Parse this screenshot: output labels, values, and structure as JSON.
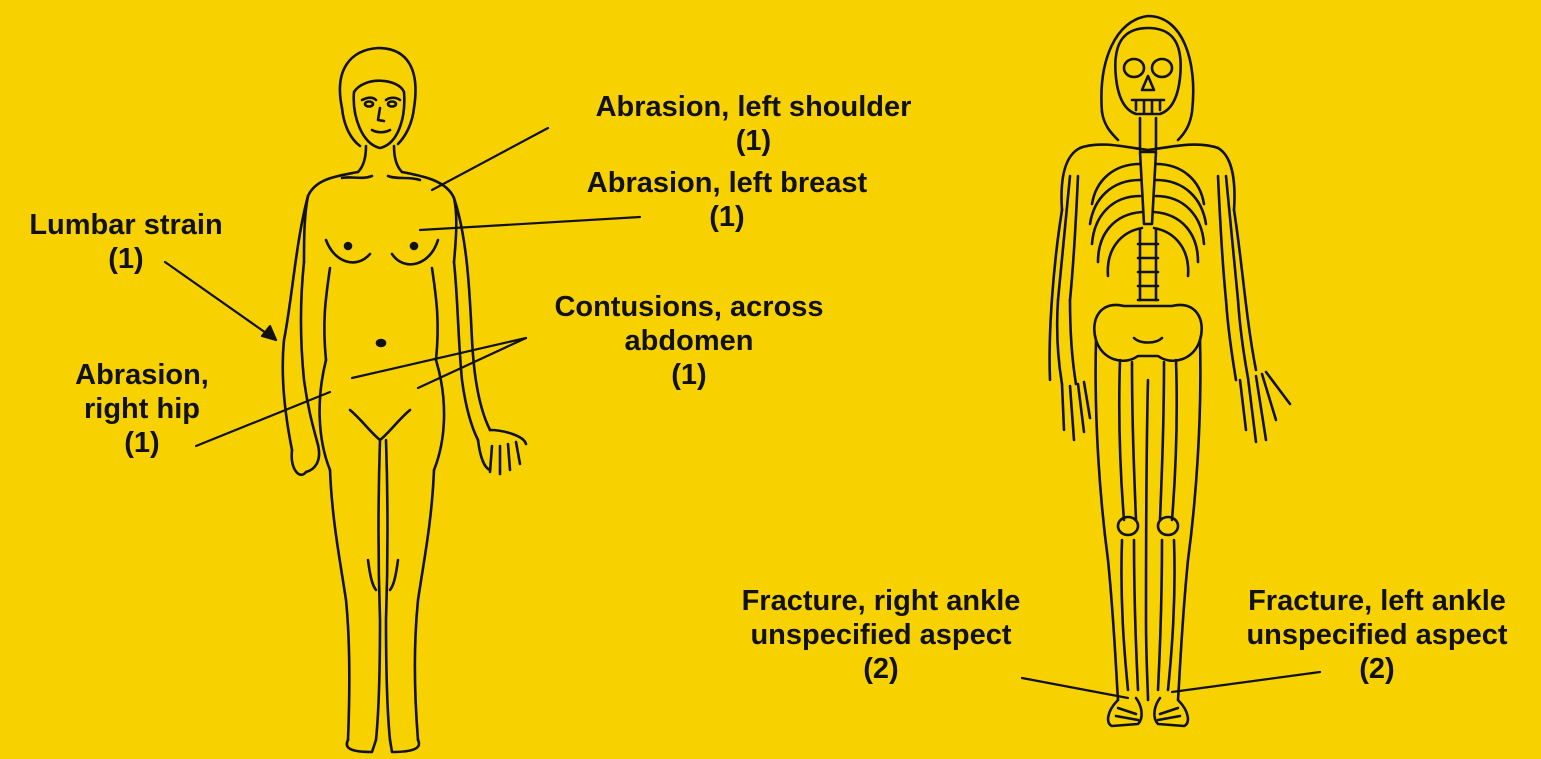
{
  "colors": {
    "background": "#F7D200",
    "ink": "#111111"
  },
  "figures": [
    {
      "name": "female-body-front-view"
    },
    {
      "name": "female-skeleton-front-view"
    }
  ],
  "labels": {
    "left_shoulder": {
      "line1": "Abrasion, left shoulder",
      "line2": "(1)"
    },
    "left_breast": {
      "line1": "Abrasion, left breast",
      "line2": "(1)"
    },
    "lumbar": {
      "line1": "Lumbar strain",
      "line2": "(1)"
    },
    "abdomen": {
      "line1": "Contusions, across",
      "line2": "abdomen",
      "line3": "(1)"
    },
    "right_hip": {
      "line1": "Abrasion,",
      "line2": "right hip",
      "line3": "(1)"
    },
    "right_ankle": {
      "line1": "Fracture, right ankle",
      "line2": "unspecified aspect",
      "line3": "(2)"
    },
    "left_ankle": {
      "line1": "Fracture, left ankle",
      "line2": "unspecified aspect",
      "line3": "(2)"
    }
  }
}
